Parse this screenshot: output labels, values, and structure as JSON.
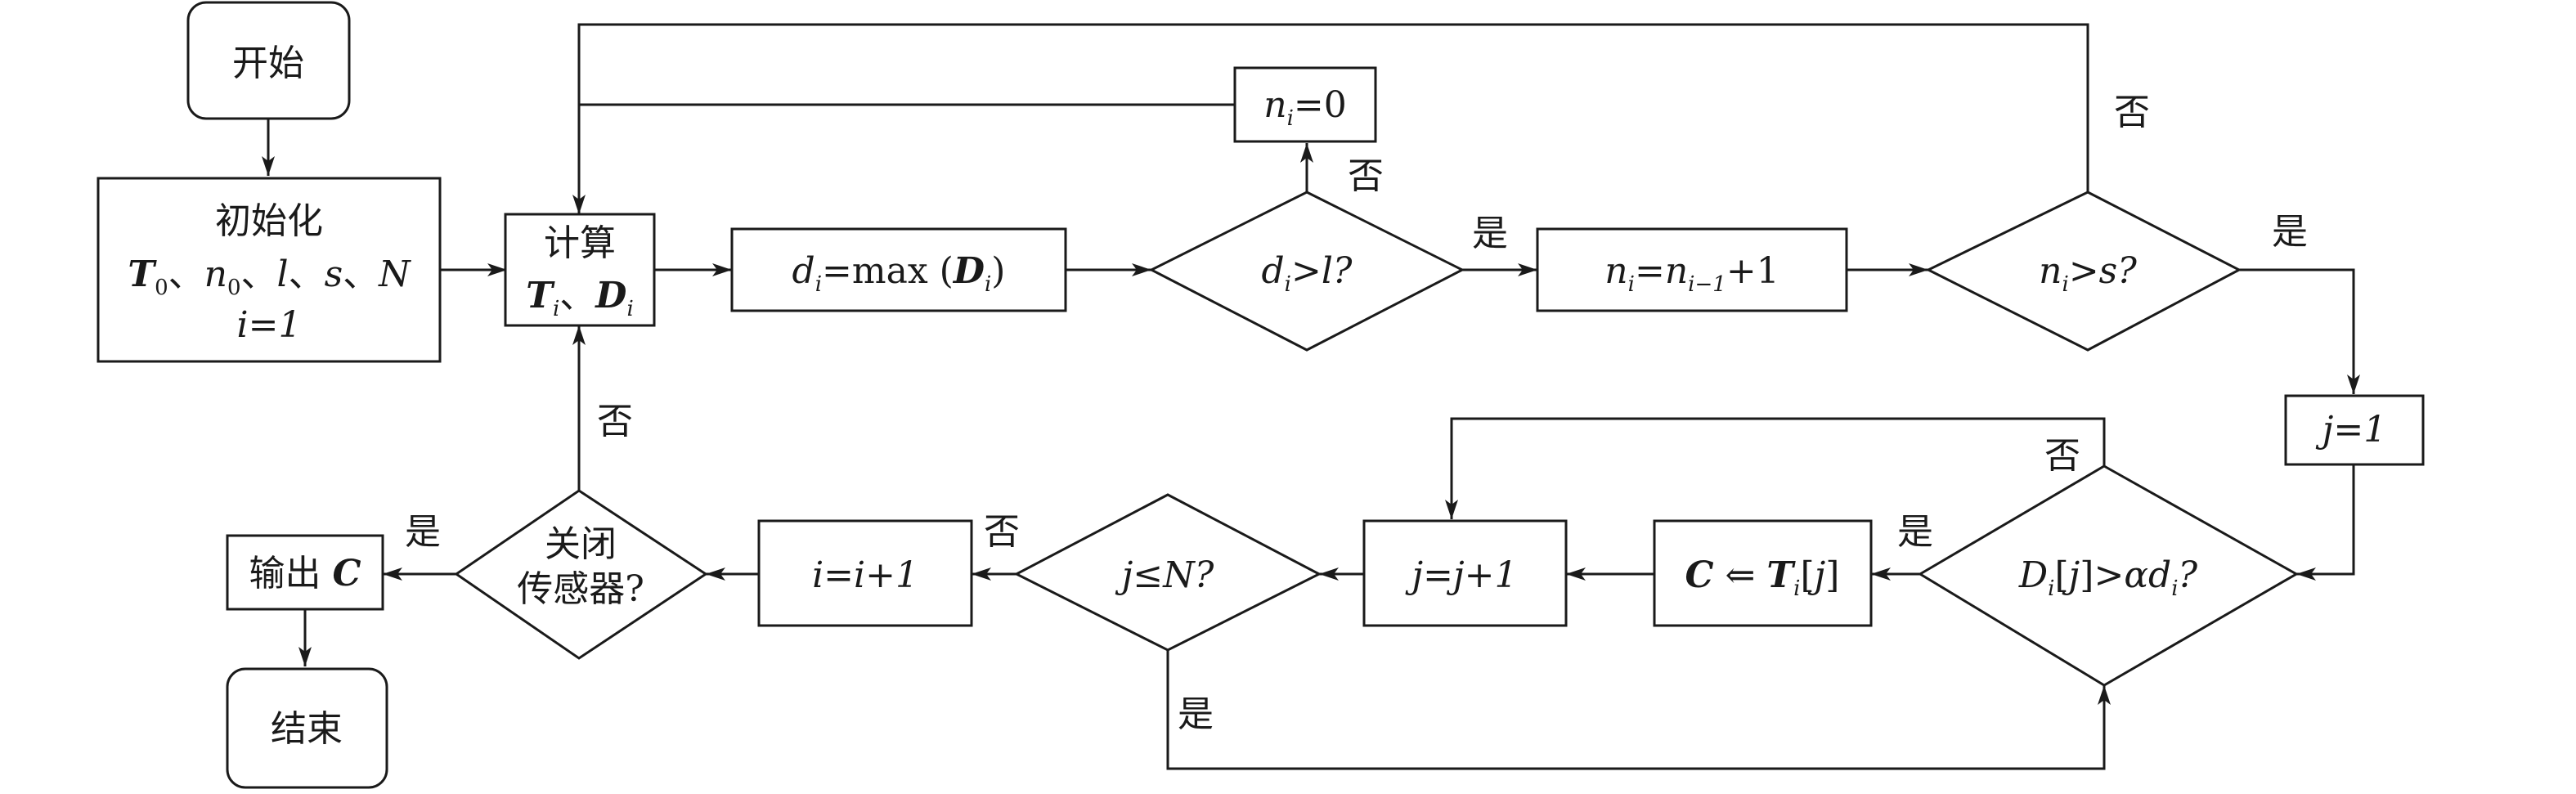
{
  "nodes": {
    "start": "开始",
    "init_title": "初始化",
    "init_params_prefix": "、",
    "init_params_n": "n",
    "init_params_rest": "、",
    "init_i": "i=1",
    "compute_title": "计算",
    "compute_sep": "、",
    "dmax_text": "=max (",
    "dmax_close": ")",
    "cond_dl": "d",
    "cond_dl_rest": ">l?",
    "reset_n": "=0",
    "incr_n": "+1",
    "cond_ns_rest": ">s?",
    "j_init": "j=1",
    "cond_D_rest": ">αd",
    "cond_D_q": "?",
    "assign_C": "C ⇐ T",
    "assign_C_rest": "[j]",
    "j_incr": "j=j+1",
    "cond_jN": "j≤N?",
    "i_incr": "i=i+1",
    "close_q_line1": "关闭",
    "close_q_line2": "传感器?",
    "output": "输出",
    "output_var": "C",
    "end": "结束"
  },
  "edge_labels": {
    "yes": "是",
    "no": "否"
  }
}
